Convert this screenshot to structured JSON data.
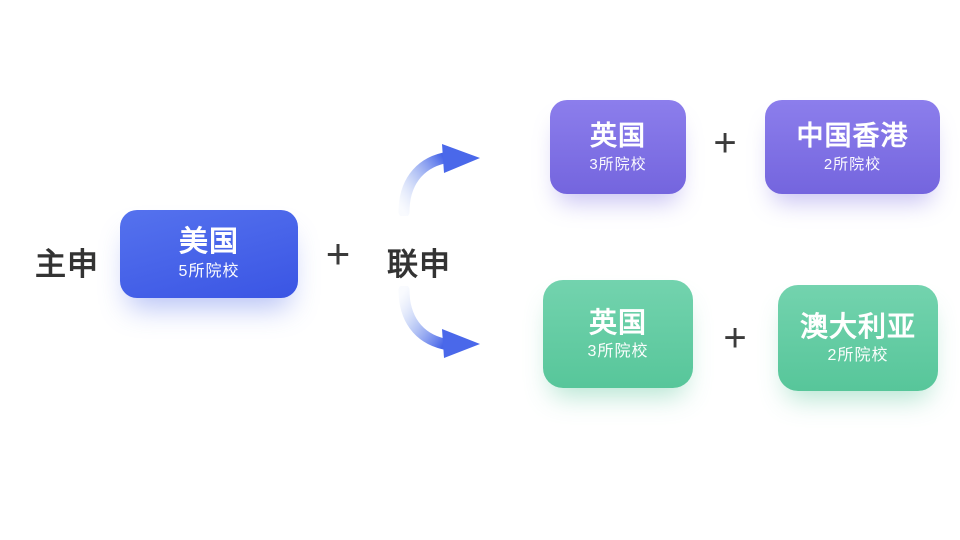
{
  "diagram": {
    "main_label": "主申",
    "joint_label": "联申",
    "plus_sign": "+",
    "main_card": {
      "country": "美国",
      "schools": "5所院校"
    },
    "top_option": {
      "card1": {
        "country": "英国",
        "schools": "3所院校"
      },
      "card2": {
        "country": "中国香港",
        "schools": "2所院校"
      }
    },
    "bottom_option": {
      "card1": {
        "country": "英国",
        "schools": "3所院校"
      },
      "card2": {
        "country": "澳大利亚",
        "schools": "2所院校"
      }
    }
  },
  "colors": {
    "main_card_blue": "#3F5CE9",
    "option_purple": "#8274E5",
    "option_green": "#63CBA3",
    "arrow_blue": "#4765E8",
    "label_text": "#333333",
    "background": "#FFFFFF"
  }
}
